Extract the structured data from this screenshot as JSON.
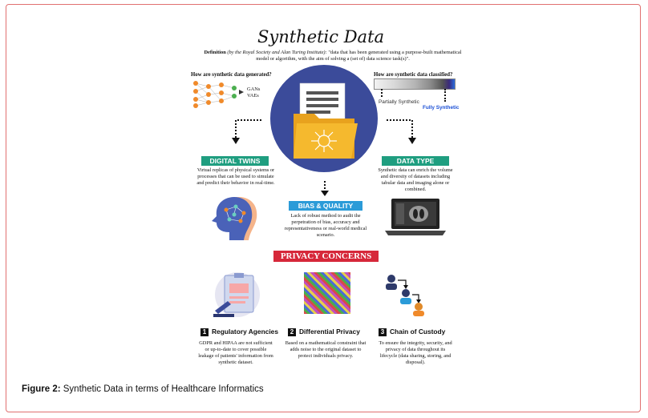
{
  "title": "Synthetic Data",
  "definition": {
    "label": "Definition",
    "source": "(by the Royal Society and Alan Turing Institute):",
    "text": "\"data that has been generated using a purpose-built mathematical model or algorithm, with the aim of solving a (set of) data science task(s)\"."
  },
  "generation": {
    "question": "How are synthetic data generated?",
    "methods": [
      "GANs",
      "VAEs"
    ]
  },
  "classification": {
    "question": "How are synthetic data classified?",
    "partial_label": "Partially Synthetic",
    "full_label": "Fully Synthetic",
    "full_color": "#1a4fd6"
  },
  "digital_twins": {
    "heading": "DIGITAL TWINS",
    "color": "#1f9e80",
    "text": "Virtual replicas of physical systems or processes that can be used to simulate and predict their behavior in real-time."
  },
  "bias_quality": {
    "heading": "BIAS & QUALITY",
    "color": "#2b9bd8",
    "text": "Lack of robust method to audit the perpetration of bias, accuracy and representativeness or real-world medical scenario."
  },
  "data_type": {
    "heading": "DATA TYPE",
    "color": "#1f9e80",
    "text": "Synthetic data can enrich the volume and diversity of datasets including tabular data and imaging alone or combined."
  },
  "privacy": {
    "heading": "PRIVACY CONCERNS",
    "color": "#d6283a",
    "items": [
      {
        "num": "1",
        "title": "Regulatory Agencies",
        "text": "GDPR and HIPAA are not sufficient or up-to-date to cover possible leakage of patients' information from synthetic dataset."
      },
      {
        "num": "2",
        "title": "Differential Privacy",
        "text": "Based on a mathematical constraint that adds noise to the original dataset to protect individuals privacy."
      },
      {
        "num": "3",
        "title": "Chain of Custody",
        "text": "To ensure the integrity, security, and privacy of data throughout its lifecycle (data sharing, storing, and disposal)."
      }
    ]
  },
  "caption": {
    "label": "Figure 2:",
    "text": " Synthetic Data in terms of Healthcare Informatics"
  },
  "colors": {
    "circle": "#3b4b9a",
    "folder": "#f5b92e",
    "frame": "#e07070"
  }
}
